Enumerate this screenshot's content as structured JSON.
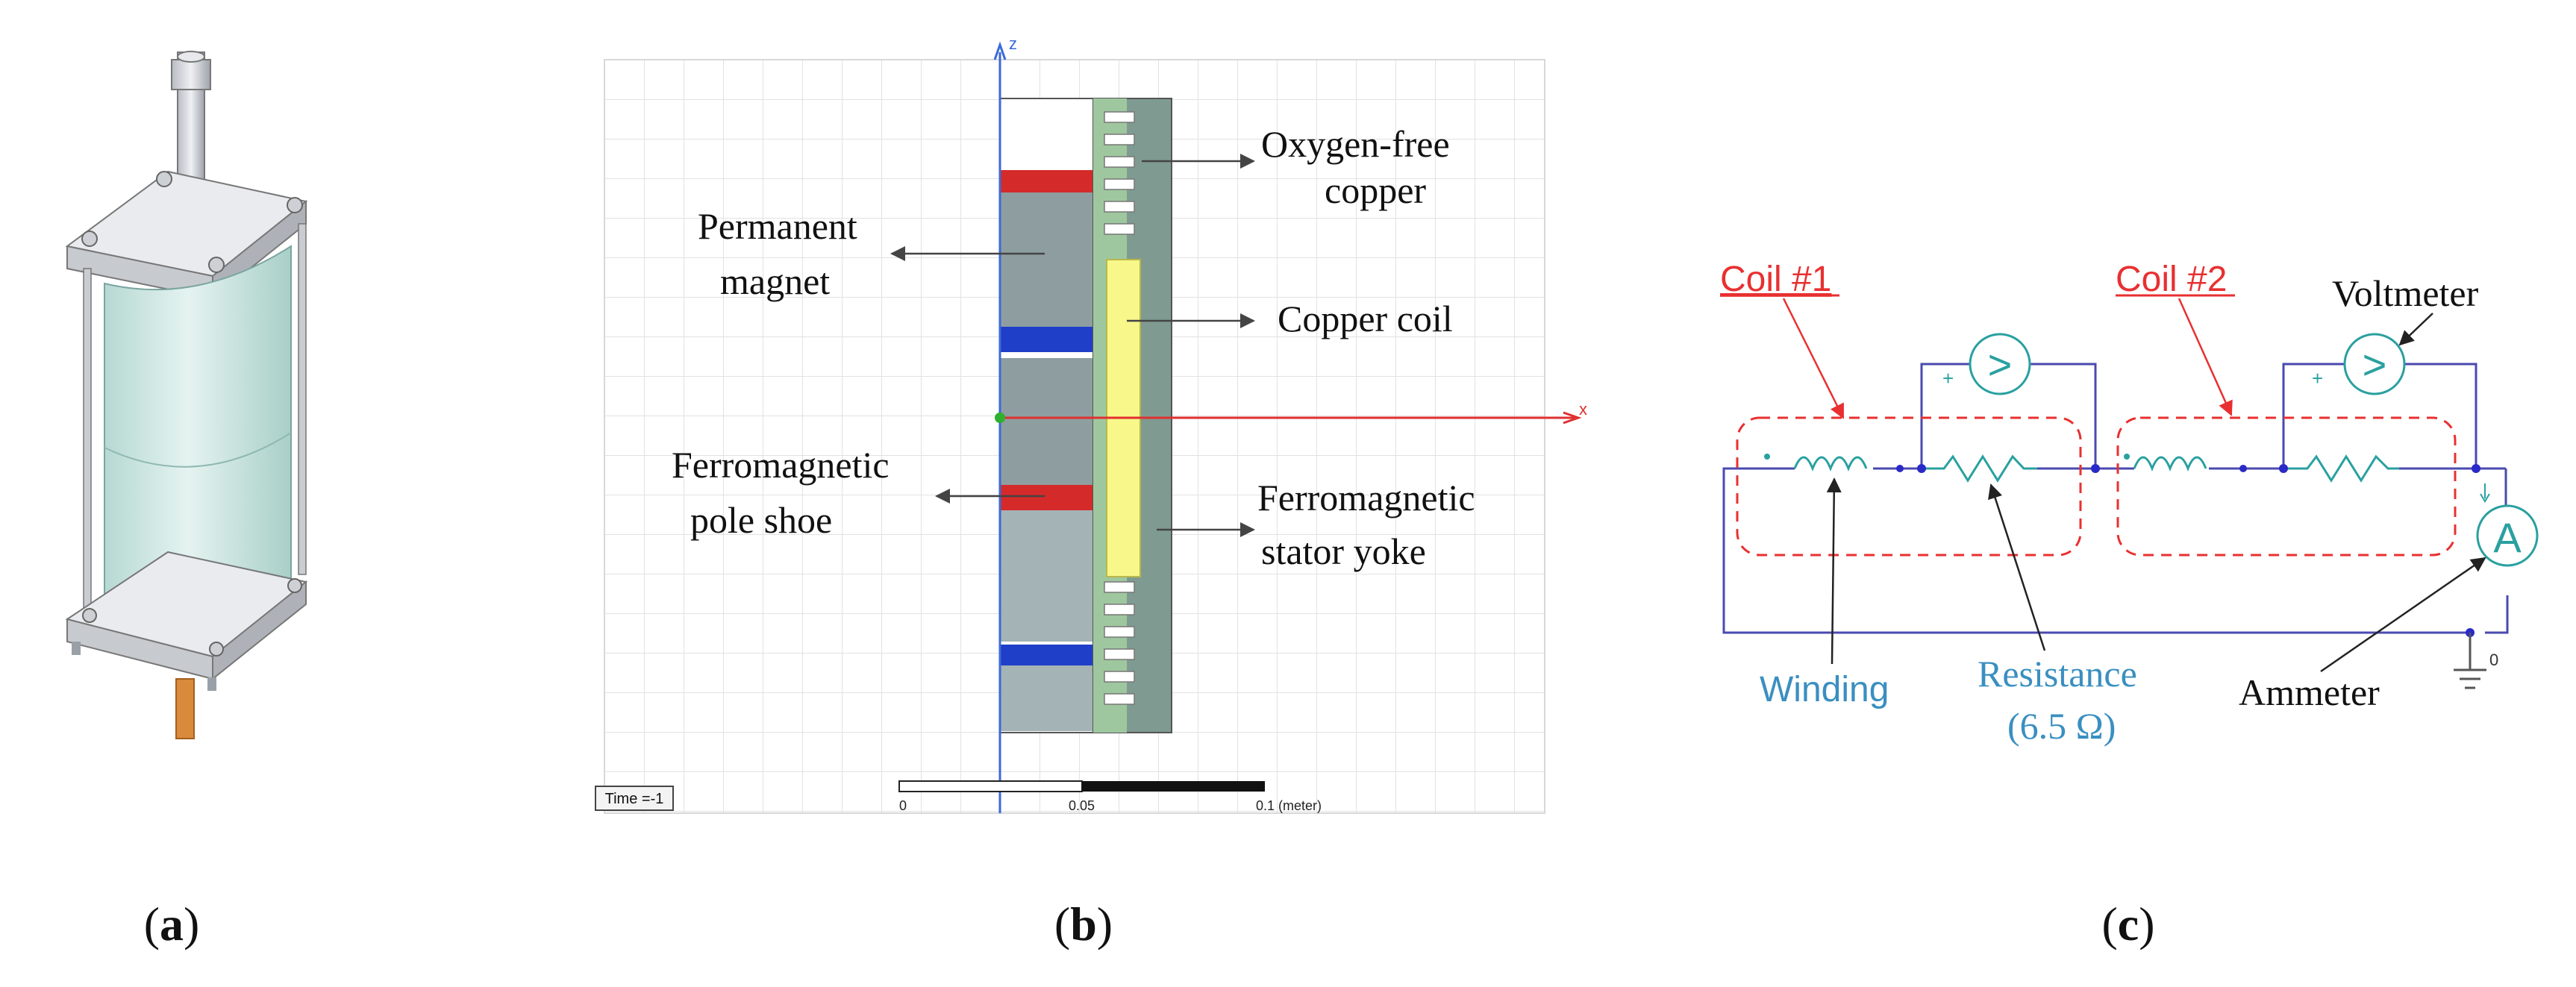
{
  "panels": {
    "a": {
      "caption_open": "(",
      "caption_letter": "a",
      "caption_close": ")"
    },
    "b": {
      "caption_open": "(",
      "caption_letter": "b",
      "caption_close": ")",
      "axis_z": "z",
      "axis_x": "x",
      "time_label": "Time =-1",
      "scale_ticks": [
        "0",
        "0.05",
        "0.1 (meter)"
      ],
      "labels": {
        "oxygen_free_line1": "Oxygen-free",
        "oxygen_free_line2": "copper",
        "permanent_line1": "Permanent",
        "permanent_line2": "magnet",
        "copper_coil": "Copper coil",
        "pole_line1": "Ferromagnetic",
        "pole_line2": "pole shoe",
        "yoke_line1": "Ferromagnetic",
        "yoke_line2": "stator yoke"
      }
    },
    "c": {
      "caption_open": "(",
      "caption_letter": "c",
      "caption_close": ")",
      "coil1": "Coil #1",
      "coil2": "Coil #2",
      "voltmeter": "Voltmeter",
      "winding": "Winding",
      "resistance_line1": "Resistance",
      "resistance_line2": "(6.5 Ω)",
      "ammeter": "Ammeter",
      "ammeter_symbol": "A",
      "voltmeter_symbol": ">",
      "plus": "+",
      "ground_label": "0"
    }
  },
  "colors": {
    "glass": "#cfe8e4",
    "magnet_red": "#d52a2a",
    "magnet_blue": "#1f3fc8",
    "coil_yellow": "#f7f78a",
    "stator_green": "#8fbf8f",
    "dashed_red": "#e83030",
    "wire_blue": "#4a4ab0",
    "teal": "#2aa0a0",
    "label_blue": "#3a8fc0"
  }
}
